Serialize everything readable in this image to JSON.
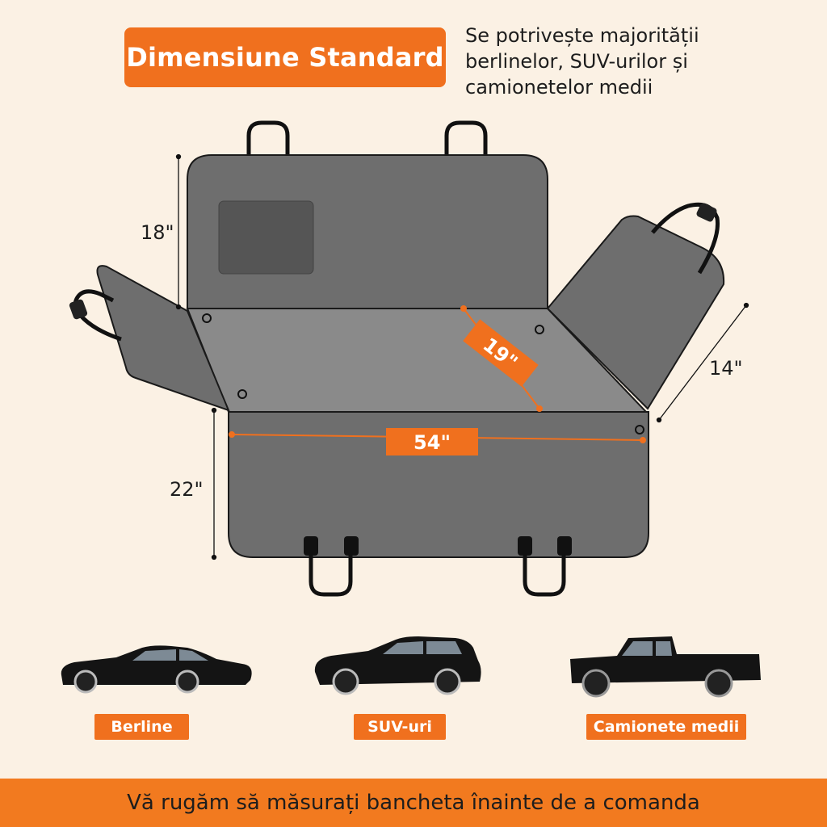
{
  "header": {
    "badge": "Dimensiune Standard",
    "fit_lines": [
      "Se potrivește majorității",
      "berlinelor, SUV-urilor și",
      "camionetelor medii"
    ]
  },
  "dimensions": {
    "back_height": "18\"",
    "seat_depth": "19\"",
    "side_flap": "14\"",
    "width": "54\"",
    "front_flap": "22\""
  },
  "vehicles": [
    {
      "icon": "sedan-icon",
      "label": "Berline"
    },
    {
      "icon": "suv-icon",
      "label": "SUV-uri"
    },
    {
      "icon": "pickup-truck-icon",
      "label": "Camionete medii"
    }
  ],
  "footer": {
    "note": "Vă rugăm să măsurați bancheta înainte de a comanda"
  },
  "colors": {
    "accent": "#f0701e",
    "background": "#fbf1e4",
    "panel": "#6e6e6e",
    "seat": "#8a8a8a"
  }
}
